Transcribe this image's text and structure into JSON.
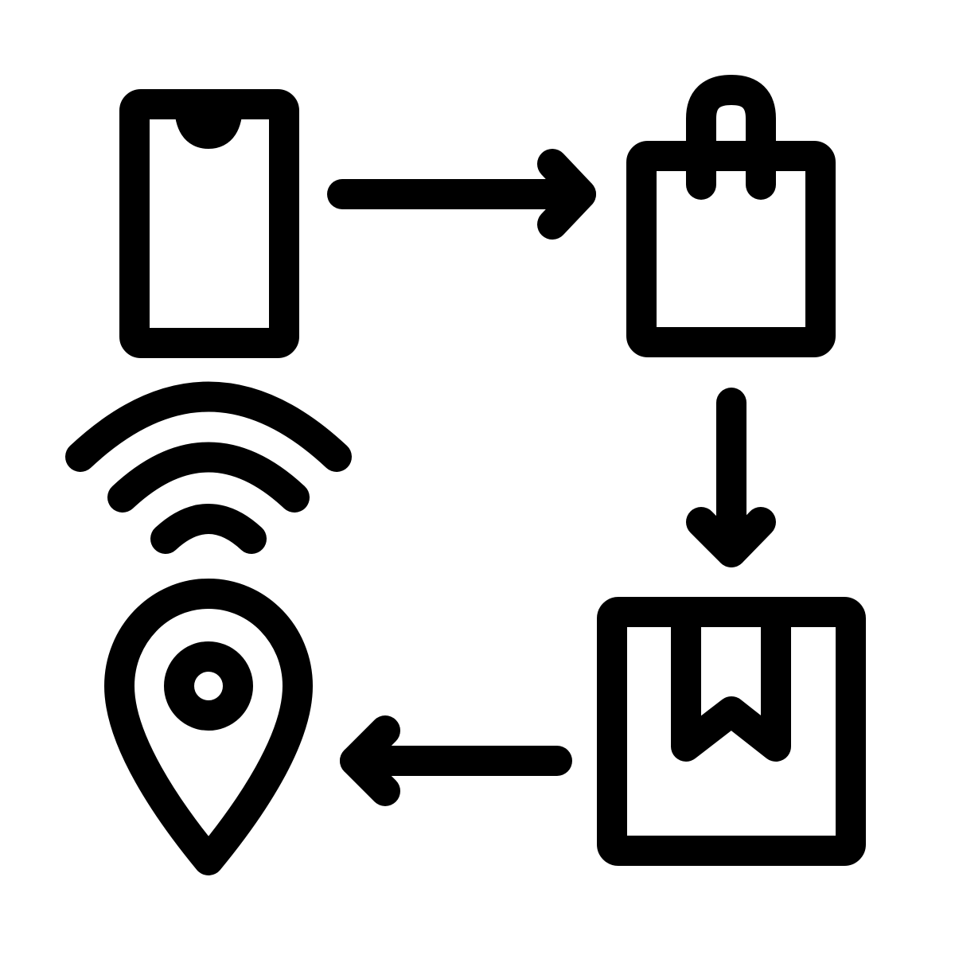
{
  "diagram": {
    "type": "icon-flow",
    "colors": {
      "background": "#ffffff",
      "stroke": "#000000"
    },
    "nodes": [
      {
        "id": "phone",
        "icon": "smartphone-icon"
      },
      {
        "id": "bag",
        "icon": "shopping-bag-icon"
      },
      {
        "id": "box",
        "icon": "package-box-icon"
      },
      {
        "id": "pin",
        "icon": "location-pin-icon"
      },
      {
        "id": "signal",
        "icon": "wireless-signal-icon"
      }
    ],
    "edges": [
      {
        "from": "phone",
        "to": "bag",
        "direction": "right"
      },
      {
        "from": "bag",
        "to": "box",
        "direction": "down"
      },
      {
        "from": "box",
        "to": "pin",
        "direction": "left"
      }
    ]
  }
}
